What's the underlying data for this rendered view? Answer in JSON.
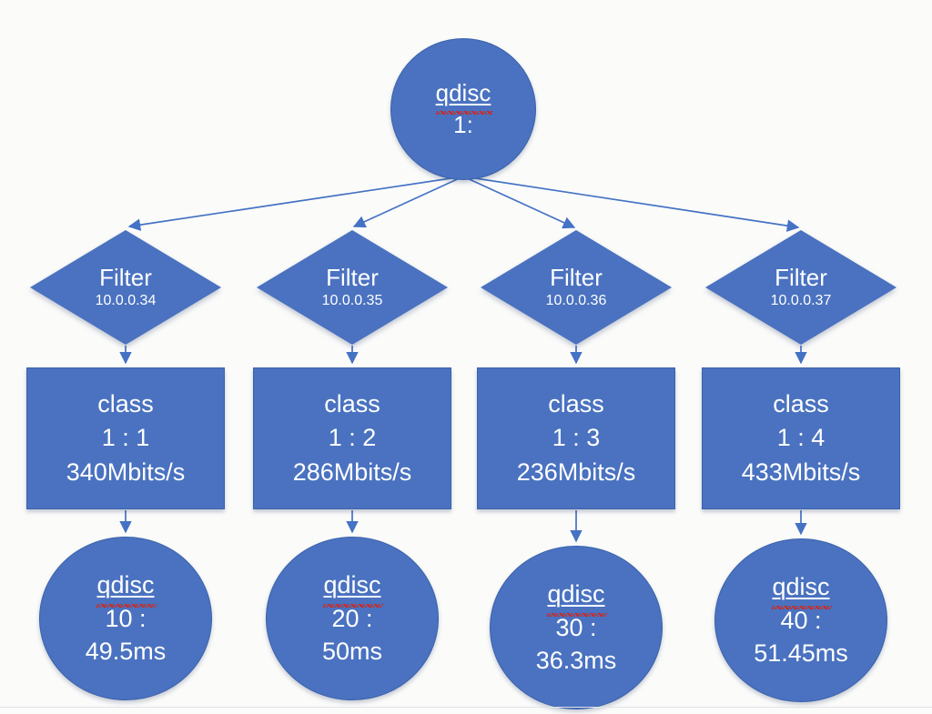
{
  "diagram": {
    "root_node": {
      "label": "qdisc",
      "id": "1:"
    },
    "branches": [
      {
        "filter_label": "Filter",
        "filter_ip": "10.0.0.34",
        "class_label": "class",
        "class_id": "1 : 1",
        "class_rate": "340Mbits/s",
        "qdisc_label": "qdisc",
        "qdisc_id": "10 :",
        "qdisc_latency": "49.5ms"
      },
      {
        "filter_label": "Filter",
        "filter_ip": "10.0.0.35",
        "class_label": "class",
        "class_id": "1 : 2",
        "class_rate": "286Mbits/s",
        "qdisc_label": "qdisc",
        "qdisc_id": "20 :",
        "qdisc_latency": "50ms"
      },
      {
        "filter_label": "Filter",
        "filter_ip": "10.0.0.36",
        "class_label": "class",
        "class_id": "1 : 3",
        "class_rate": "236Mbits/s",
        "qdisc_label": "qdisc",
        "qdisc_id": "30 :",
        "qdisc_latency": "36.3ms"
      },
      {
        "filter_label": "Filter",
        "filter_ip": "10.0.0.37",
        "class_label": "class",
        "class_id": "1 : 4",
        "class_rate": "433Mbits/s",
        "qdisc_label": "qdisc",
        "qdisc_id": "40 :",
        "qdisc_latency": "51.45ms"
      }
    ],
    "colors": {
      "node_fill": "#4a72c0",
      "node_border": "#3a62ab",
      "arrow": "#4472c4",
      "text": "#ffffff",
      "spellcheck_squiggle": "#d3261a",
      "background": "#fbfbfa"
    }
  }
}
